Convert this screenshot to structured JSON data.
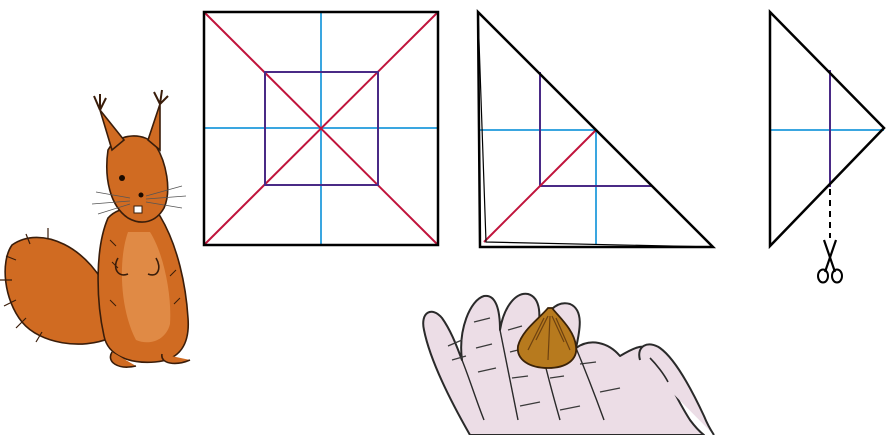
{
  "colors": {
    "outline": "#000000",
    "diagonal": "#c0143c",
    "midline": "#3aa6e0",
    "inner_square": "#4a2a86",
    "squirrel_fur": "#d06b22",
    "squirrel_line": "#3a1d0a",
    "hand_fill": "#ecdde6",
    "hand_line": "#2a2a2a",
    "nut_fill": "#b77a1e"
  },
  "steps": [
    {
      "id": "square-sheet",
      "shape": "square"
    },
    {
      "id": "folded-triangle",
      "shape": "right-triangle"
    },
    {
      "id": "folded-small-triangle",
      "shape": "isosceles-triangle",
      "cut": "dashed-line-with-scissors"
    }
  ],
  "icons": [
    "scissors-icon"
  ],
  "illustrations": [
    "squirrel",
    "open-hand-holding-hazelnut"
  ]
}
